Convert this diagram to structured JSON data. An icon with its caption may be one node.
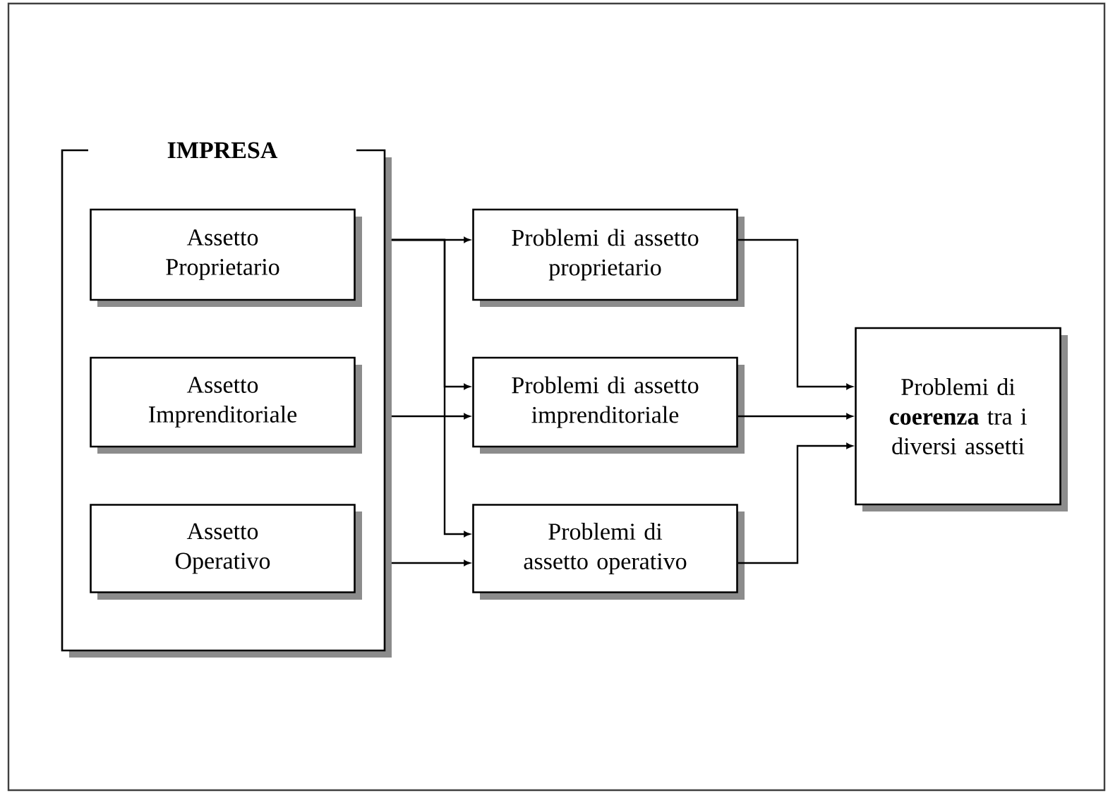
{
  "diagram": {
    "nodes": [
      {
        "text": [
          "IMPRESA"
        ]
      },
      {
        "text": [
          "Assetto Proprietario"
        ],
        "in": 0
      },
      {
        "text": [
          "Assetto Imprenditoriale"
        ],
        "in": 0
      },
      {
        "text": [
          "Assetto Operativo"
        ],
        "in": 0
      },
      {
        "text": [
          "Problemi di assetto proprietario"
        ]
      },
      {
        "text": [
          "Problemi di assetto imprenditoriale"
        ]
      },
      {
        "text": [
          "Problemi di assetto operativo"
        ]
      },
      {
        "text": [
          "Problemi di **coerenza** tra i diversi assetti"
        ]
      }
    ],
    "edges": [
      {
        "from": 0,
        "to": 4,
        "arrow": "to"
      },
      {
        "from": 0,
        "to": 5,
        "arrow": "to"
      },
      {
        "from": 0,
        "to": 6,
        "arrow": "to"
      },
      {
        "from": 0,
        "to": 5,
        "arrow": "to"
      },
      {
        "from": 0,
        "to": 6,
        "arrow": "to"
      },
      {
        "from": 4,
        "to": 7,
        "arrow": "to"
      },
      {
        "from": 5,
        "to": 7,
        "arrow": "to"
      },
      {
        "from": 6,
        "to": 7,
        "arrow": "to"
      }
    ]
  }
}
